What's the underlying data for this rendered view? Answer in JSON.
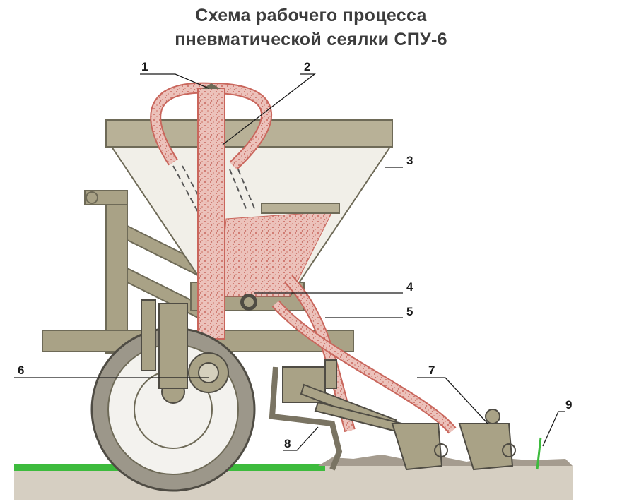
{
  "title": {
    "line1": "Схема рабочего процесса",
    "line2": "пневматической сеялки СПУ-6"
  },
  "callouts": [
    "1",
    "2",
    "3",
    "4",
    "5",
    "6",
    "7",
    "8",
    "9"
  ],
  "colors": {
    "frame": "#a9a286",
    "frame_dark": "#6e6a57",
    "hopper": "#f1efe8",
    "seed": "#e8b7b0",
    "ground": "#d4ccbf",
    "grass": "#3dbb3d",
    "tyre": "#9c978a"
  }
}
